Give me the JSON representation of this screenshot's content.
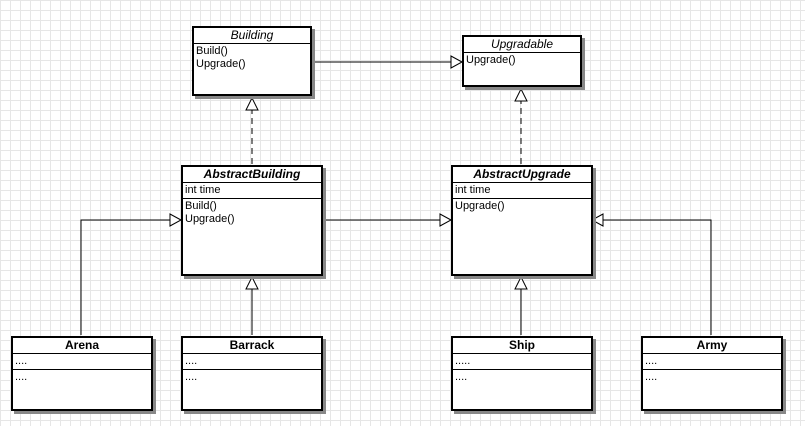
{
  "classes": {
    "building": {
      "name": "Building",
      "operations": [
        "Build()",
        "Upgrade()"
      ]
    },
    "upgradable": {
      "name": "Upgradable",
      "operations": [
        "Upgrade()"
      ]
    },
    "abstract_building": {
      "name": "AbstractBuilding",
      "attributes": [
        "int time"
      ],
      "operations": [
        "Build()",
        "Upgrade()"
      ]
    },
    "abstract_upgrade": {
      "name": "AbstractUpgrade",
      "attributes": [
        "int time"
      ],
      "operations": [
        "Upgrade()"
      ]
    },
    "arena": {
      "name": "Arena",
      "attributes": [
        "...."
      ],
      "operations": [
        "...."
      ]
    },
    "barrack": {
      "name": "Barrack",
      "attributes": [
        "...."
      ],
      "operations": [
        "...."
      ]
    },
    "ship": {
      "name": "Ship",
      "attributes": [
        "....."
      ],
      "operations": [
        "...."
      ]
    },
    "army": {
      "name": "Army",
      "attributes": [
        "...."
      ],
      "operations": [
        "...."
      ]
    }
  },
  "relations": [
    {
      "from": "Building",
      "to": "Upgradable",
      "kind": "generalization"
    },
    {
      "from": "AbstractBuilding",
      "to": "Building",
      "kind": "realization"
    },
    {
      "from": "AbstractUpgrade",
      "to": "Upgradable",
      "kind": "realization"
    },
    {
      "from": "AbstractBuilding",
      "to": "AbstractUpgrade",
      "kind": "generalization"
    },
    {
      "from": "Arena",
      "to": "AbstractBuilding",
      "kind": "generalization"
    },
    {
      "from": "Barrack",
      "to": "AbstractBuilding",
      "kind": "generalization"
    },
    {
      "from": "Ship",
      "to": "AbstractUpgrade",
      "kind": "generalization"
    },
    {
      "from": "Army",
      "to": "AbstractUpgrade",
      "kind": "generalization"
    }
  ]
}
